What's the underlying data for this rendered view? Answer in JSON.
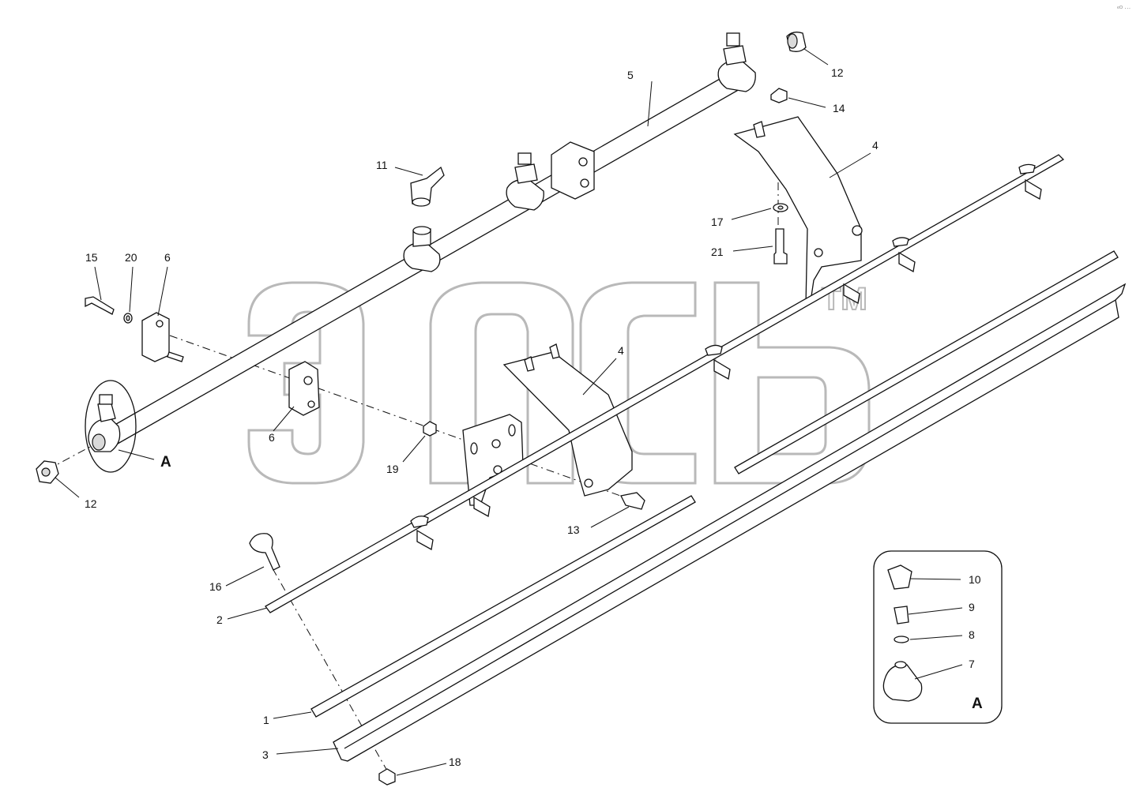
{
  "diagram": {
    "callouts": {
      "c1": "1",
      "c2": "2",
      "c3": "3",
      "c4a": "4",
      "c4b": "4",
      "c5": "5",
      "c6a": "6",
      "c6b": "6",
      "c7": "7",
      "c8": "8",
      "c9": "9",
      "c10": "10",
      "c11": "11",
      "c12a": "12",
      "c12b": "12",
      "c13": "13",
      "c14": "14",
      "c15": "15",
      "c16": "16",
      "c17": "17",
      "c18": "18",
      "c19": "19",
      "c20": "20",
      "c21": "21"
    },
    "detail_letter_main": "A",
    "detail_letter_inset": "A"
  },
  "watermark": {
    "text": "TM"
  },
  "corner_mark": "ᵉᴼ ···"
}
